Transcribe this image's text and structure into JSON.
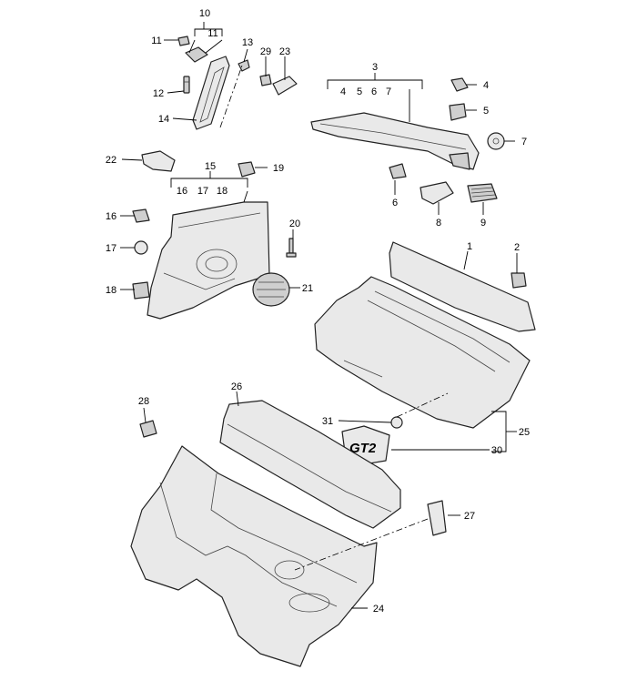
{
  "callouts": {
    "c1": "1",
    "c2": "2",
    "c3": "3",
    "c4": "4",
    "c5": "5",
    "c6": "6",
    "c7": "7",
    "c8": "8",
    "c9": "9",
    "c10": "10",
    "c11a": "11",
    "c11b": "11",
    "c12": "12",
    "c13": "13",
    "c14": "14",
    "c15": "15",
    "c16": "16",
    "c17": "17",
    "c18": "18",
    "c19": "19",
    "c20": "20",
    "c21": "21",
    "c22": "22",
    "c23": "23",
    "c24": "24",
    "c25": "25",
    "c26": "26",
    "c27": "27",
    "c28": "28",
    "c29": "29",
    "c30": "30",
    "c31": "31"
  },
  "group3": [
    "4",
    "5",
    "6",
    "7"
  ],
  "group15": [
    "16",
    "17",
    "18"
  ],
  "badge_text": "GT2"
}
